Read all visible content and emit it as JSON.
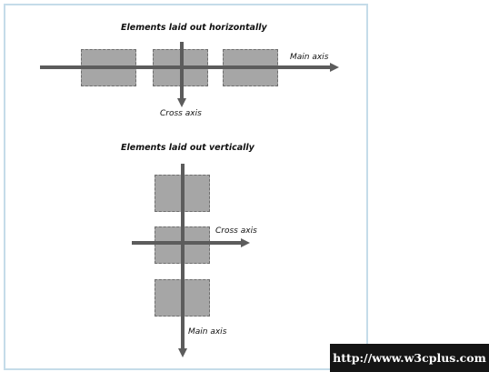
{
  "diagram": {
    "horizontal": {
      "heading": "Elements laid out horizontally",
      "main_axis_label": "Main axis",
      "cross_axis_label": "Cross axis"
    },
    "vertical": {
      "heading": "Elements laid out vertically",
      "main_axis_label": "Main axis",
      "cross_axis_label": "Cross axis"
    }
  },
  "watermark": {
    "text": "http://www.w3cplus.com"
  }
}
